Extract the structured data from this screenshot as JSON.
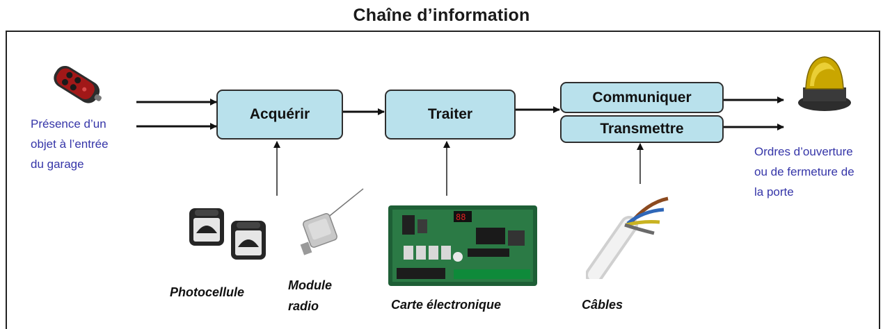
{
  "title": "Chaîne d’information",
  "blocks": {
    "acquerir": "Acquérir",
    "traiter": "Traiter",
    "communiquer": "Communiquer",
    "transmettre": "Transmettre"
  },
  "input_caption": [
    "Présence d’un",
    "objet à l’entrée",
    "du garage"
  ],
  "output_caption": [
    "Ordres d’ouverture",
    "ou de fermeture de",
    "la porte"
  ],
  "components": {
    "photocellule": "Photocellule",
    "module_radio": [
      "Module",
      "radio"
    ],
    "carte": "Carte électronique",
    "cables": "Câbles"
  },
  "colors": {
    "block_fill": "#b9e1ec",
    "caption_blue": "#3535a8"
  }
}
